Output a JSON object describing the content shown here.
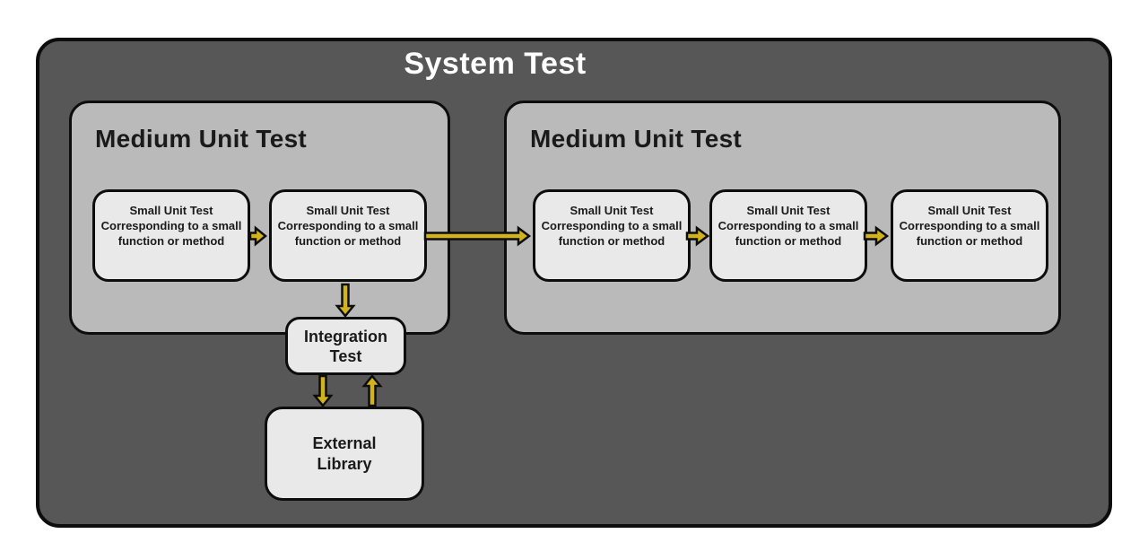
{
  "diagram": {
    "title": "System Test",
    "colors": {
      "page_bg": "#ffffff",
      "outer_fill": "#575757",
      "medium_fill": "#bababa",
      "node_fill": "#e9e9e9",
      "border": "#0d0d0d",
      "arrow_fill": "#d1b31c",
      "title_text": "#ffffff",
      "body_text": "#1a1a1a"
    },
    "medium_unit_tests": [
      {
        "label": "Medium Unit Test",
        "small_unit_tests": [
          {
            "lines": [
              "Small Unit Test",
              "Corresponding to a small",
              "function or method"
            ]
          },
          {
            "lines": [
              "Small Unit Test",
              "Corresponding to a small",
              "function or method"
            ]
          }
        ]
      },
      {
        "label": "Medium Unit Test",
        "small_unit_tests": [
          {
            "lines": [
              "Small Unit Test",
              "Corresponding to a small",
              "function or method"
            ]
          },
          {
            "lines": [
              "Small Unit Test",
              "Corresponding to a small",
              "function or method"
            ]
          },
          {
            "lines": [
              "Small Unit Test",
              "Corresponding to a small",
              "function or method"
            ]
          }
        ]
      }
    ],
    "integration_test": {
      "lines": [
        "Integration",
        "Test"
      ]
    },
    "external_library": {
      "lines": [
        "External",
        "Library"
      ]
    },
    "arrows": [
      {
        "from": "small-unit-test-1",
        "to": "small-unit-test-2",
        "direction": "right"
      },
      {
        "from": "small-unit-test-2",
        "to": "small-unit-test-3",
        "direction": "right"
      },
      {
        "from": "small-unit-test-3",
        "to": "small-unit-test-4",
        "direction": "right"
      },
      {
        "from": "small-unit-test-4",
        "to": "small-unit-test-5",
        "direction": "right"
      },
      {
        "from": "small-unit-test-2",
        "to": "integration-test",
        "direction": "down"
      },
      {
        "from": "integration-test",
        "to": "external-library",
        "direction": "down"
      },
      {
        "from": "external-library",
        "to": "integration-test",
        "direction": "up"
      }
    ]
  }
}
